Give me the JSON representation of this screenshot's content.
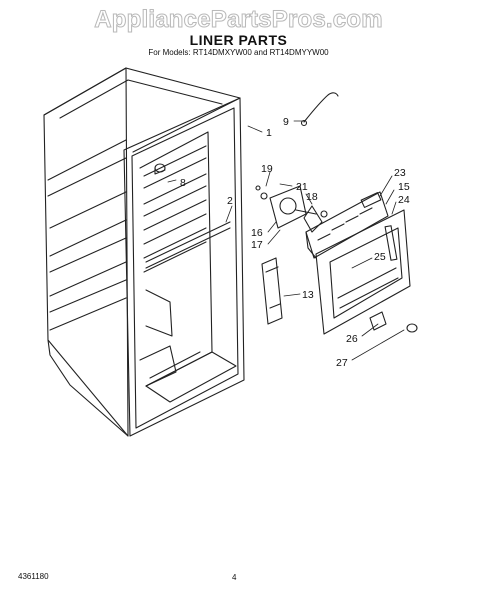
{
  "watermark": "AppliancePartsPros.com",
  "title": "LINER PARTS",
  "models": "For Models: RT14DMXYW00 and RT14DMYYW00",
  "doc_number": "4361180",
  "page_number": "4",
  "callouts": {
    "c1": "1",
    "c2": "2",
    "c8": "8",
    "c9": "9",
    "c13": "13",
    "c15": "15",
    "c16": "16",
    "c17": "17",
    "c18": "18",
    "c19": "19",
    "c21": "21",
    "c23": "23",
    "c24": "24",
    "c25": "25",
    "c26": "26",
    "c27": "27"
  }
}
